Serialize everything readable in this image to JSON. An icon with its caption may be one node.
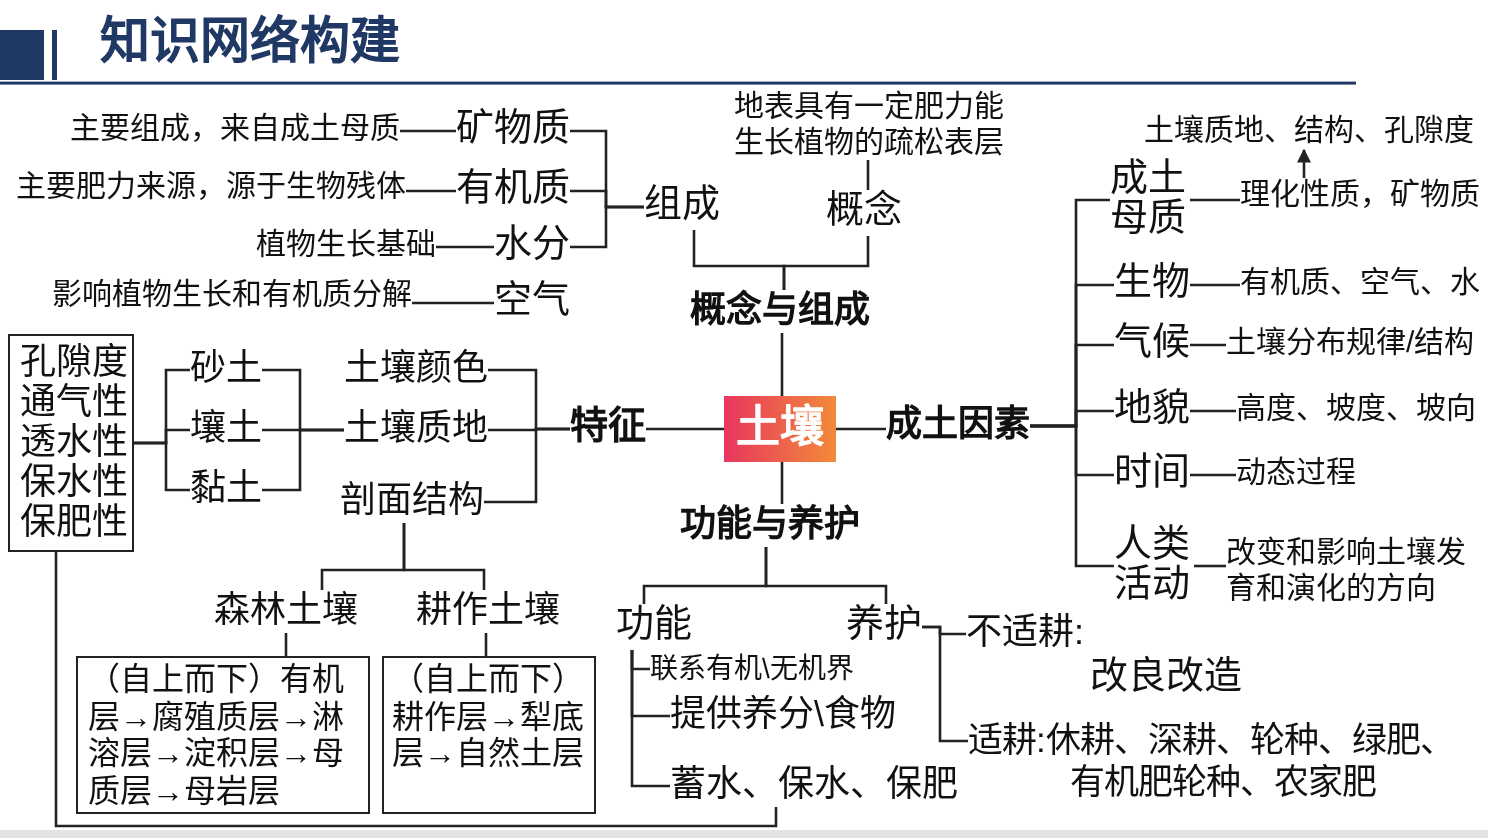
{
  "diagram": {
    "title": "知识网络构建",
    "nodes": [
      {
        "text": [
          "土壤"
        ]
      },
      {
        "text": [
          "概念与组成"
        ]
      },
      {
        "text": [
          "组成"
        ]
      },
      {
        "text": [
          "概念"
        ]
      },
      {
        "text": [
          "地表具有一定肥力能生长植物的疏松表层"
        ]
      },
      {
        "text": [
          "矿物质"
        ]
      },
      {
        "text": [
          "主要组成，来自成土母质"
        ]
      },
      {
        "text": [
          "有机质"
        ]
      },
      {
        "text": [
          "主要肥力来源，源于生物残体"
        ]
      },
      {
        "text": [
          "水分"
        ]
      },
      {
        "text": [
          "植物生长基础"
        ]
      },
      {
        "text": [
          "空气"
        ]
      },
      {
        "text": [
          "影响植物生长和有机质分解"
        ]
      },
      {
        "text": [
          "特征"
        ]
      },
      {
        "text": [
          "土壤颜色"
        ]
      },
      {
        "text": [
          "土壤质地"
        ]
      },
      {
        "text": [
          "剖面结构"
        ]
      },
      {
        "text": [
          "砂土"
        ]
      },
      {
        "text": [
          "壤土"
        ]
      },
      {
        "text": [
          "黏土"
        ]
      },
      {
        "text": [
          "孔隙度",
          "通气性",
          "透水性",
          "保水性",
          "保肥性"
        ]
      },
      {
        "text": [
          "森林土壤"
        ]
      },
      {
        "text": [
          "耕作土壤"
        ]
      },
      {
        "text": [
          "（自上而下）有机层→腐殖质层→淋溶层→淀积层→母质层→母岩层"
        ]
      },
      {
        "text": [
          "（自上而下）耕作层→犁底层→自然土层"
        ]
      },
      {
        "text": [
          "成土因素"
        ]
      },
      {
        "text": [
          "成土母质"
        ]
      },
      {
        "text": [
          "理化性质，矿物质"
        ]
      },
      {
        "text": [
          "土壤质地、结构、孔隙度"
        ]
      },
      {
        "text": [
          "生物"
        ]
      },
      {
        "text": [
          "有机质、空气、水"
        ]
      },
      {
        "text": [
          "气候"
        ]
      },
      {
        "text": [
          "土壤分布规律/结构"
        ]
      },
      {
        "text": [
          "地貌"
        ]
      },
      {
        "text": [
          "高度、坡度、坡向"
        ]
      },
      {
        "text": [
          "时间"
        ]
      },
      {
        "text": [
          "动态过程"
        ]
      },
      {
        "text": [
          "人类活动"
        ]
      },
      {
        "text": [
          "改变和影响土壤发育和演化的方向"
        ]
      },
      {
        "text": [
          "功能与养护"
        ]
      },
      {
        "text": [
          "功能"
        ]
      },
      {
        "text": [
          "养护"
        ]
      },
      {
        "text": [
          "联系有机\\无机界"
        ]
      },
      {
        "text": [
          "提供养分\\食物"
        ]
      },
      {
        "text": [
          "蓄水、保水、保肥"
        ]
      },
      {
        "text": [
          "不适耕:",
          "改良改造"
        ]
      },
      {
        "text": [
          "适耕:",
          "休耕、深耕、轮种、绿肥、有机肥轮种、农家肥"
        ]
      }
    ],
    "edges": [
      {
        "from": 0,
        "to": 1,
        "arrow": "none"
      },
      {
        "from": 1,
        "to": 2,
        "arrow": "none"
      },
      {
        "from": 1,
        "to": 3,
        "arrow": "none"
      },
      {
        "from": 3,
        "to": 4,
        "arrow": "none"
      },
      {
        "from": 2,
        "to": 5,
        "arrow": "none"
      },
      {
        "from": 2,
        "to": 7,
        "arrow": "none"
      },
      {
        "from": 2,
        "to": 9,
        "arrow": "none"
      },
      {
        "from": 5,
        "to": 6,
        "arrow": "none"
      },
      {
        "from": 7,
        "to": 8,
        "arrow": "none"
      },
      {
        "from": 9,
        "to": 10,
        "arrow": "none"
      },
      {
        "from": 11,
        "to": 12,
        "arrow": "none"
      },
      {
        "from": 0,
        "to": 13,
        "arrow": "none"
      },
      {
        "from": 13,
        "to": 14,
        "arrow": "none"
      },
      {
        "from": 13,
        "to": 15,
        "arrow": "none"
      },
      {
        "from": 13,
        "to": 16,
        "arrow": "none"
      },
      {
        "from": 15,
        "to": 17,
        "arrow": "none"
      },
      {
        "from": 15,
        "to": 18,
        "arrow": "none"
      },
      {
        "from": 15,
        "to": 19,
        "arrow": "none"
      },
      {
        "from": 17,
        "to": 20,
        "arrow": "none"
      },
      {
        "from": 18,
        "to": 20,
        "arrow": "none"
      },
      {
        "from": 19,
        "to": 20,
        "arrow": "none"
      },
      {
        "from": 16,
        "to": 21,
        "arrow": "none"
      },
      {
        "from": 16,
        "to": 22,
        "arrow": "none"
      },
      {
        "from": 21,
        "to": 23,
        "arrow": "none"
      },
      {
        "from": 22,
        "to": 24,
        "arrow": "none"
      },
      {
        "from": 0,
        "to": 25,
        "arrow": "none"
      },
      {
        "from": 25,
        "to": 26,
        "arrow": "none"
      },
      {
        "from": 25,
        "to": 29,
        "arrow": "none"
      },
      {
        "from": 25,
        "to": 31,
        "arrow": "none"
      },
      {
        "from": 25,
        "to": 33,
        "arrow": "none"
      },
      {
        "from": 25,
        "to": 35,
        "arrow": "none"
      },
      {
        "from": 25,
        "to": 37,
        "arrow": "none"
      },
      {
        "from": 26,
        "to": 27,
        "arrow": "none"
      },
      {
        "from": 27,
        "to": 28,
        "arrow": "to"
      },
      {
        "from": 29,
        "to": 30,
        "arrow": "none"
      },
      {
        "from": 31,
        "to": 32,
        "arrow": "none"
      },
      {
        "from": 33,
        "to": 34,
        "arrow": "none"
      },
      {
        "from": 35,
        "to": 36,
        "arrow": "none"
      },
      {
        "from": 37,
        "to": 38,
        "arrow": "none"
      },
      {
        "from": 0,
        "to": 39,
        "arrow": "none"
      },
      {
        "from": 39,
        "to": 40,
        "arrow": "none"
      },
      {
        "from": 39,
        "to": 41,
        "arrow": "none"
      },
      {
        "from": 40,
        "to": 42,
        "arrow": "none"
      },
      {
        "from": 40,
        "to": 43,
        "arrow": "none"
      },
      {
        "from": 40,
        "to": 44,
        "arrow": "none"
      },
      {
        "from": 41,
        "to": 45,
        "arrow": "none"
      },
      {
        "from": 41,
        "to": 46,
        "arrow": "none"
      },
      {
        "from": 20,
        "to": 44,
        "arrow": "none"
      }
    ]
  }
}
